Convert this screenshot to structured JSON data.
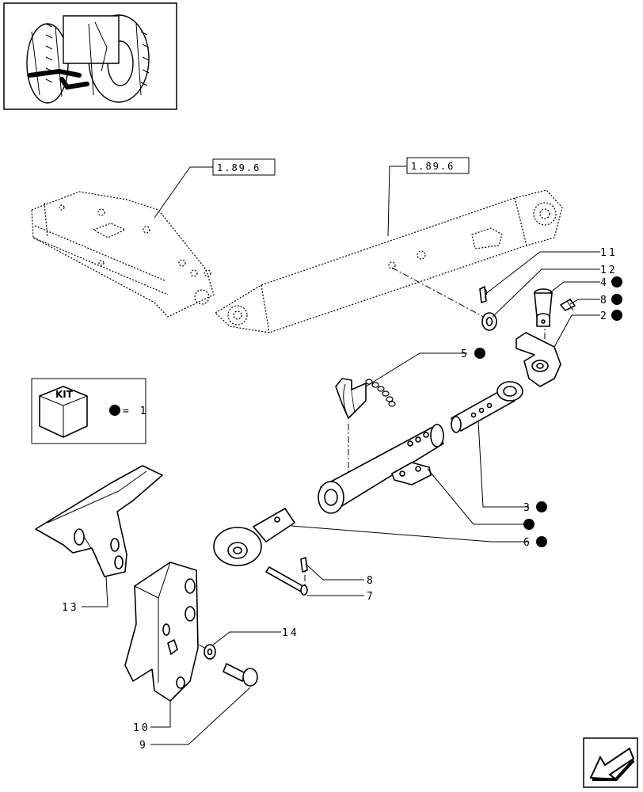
{
  "refs": [
    "1.89.6",
    "1.89.6"
  ],
  "kit": {
    "badge": "KIT",
    "legend": "= 1"
  },
  "callouts": [
    {
      "label": "11",
      "kit_marker": false
    },
    {
      "label": "12",
      "kit_marker": false
    },
    {
      "label": "4",
      "kit_marker": true
    },
    {
      "label": "8",
      "kit_marker": true
    },
    {
      "label": "2",
      "kit_marker": true
    },
    {
      "label": "5",
      "kit_marker": true
    },
    {
      "label": "3",
      "kit_marker": true
    },
    {
      "label": "",
      "kit_marker": true
    },
    {
      "label": "6",
      "kit_marker": true
    },
    {
      "label": "8",
      "kit_marker": false
    },
    {
      "label": "7",
      "kit_marker": false
    },
    {
      "label": "14",
      "kit_marker": false
    },
    {
      "label": "13",
      "kit_marker": false
    },
    {
      "label": "10",
      "kit_marker": false
    },
    {
      "label": "9",
      "kit_marker": false
    }
  ],
  "icons": [
    "tractor-thumbnail-icon",
    "kit-box-icon",
    "navigation-arrow-icon"
  ],
  "colors": {
    "ink": "#000000",
    "paper": "#ffffff"
  }
}
